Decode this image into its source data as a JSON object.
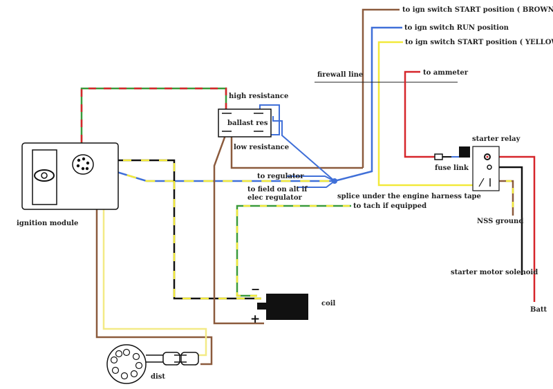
{
  "labels": {
    "ign_start_brown": "to ign switch START position ( BROWN )",
    "ign_run": "to ign switch RUN position",
    "ign_start_yellow": "to ign switch START position ( YELLOW )",
    "firewall": "firewall line",
    "ammeter": "to ammeter",
    "high_resistance": "high resistance",
    "ballast_res": "ballast res",
    "low_resistance": "low resistance",
    "starter_relay": "starter relay",
    "fuse_link": "fuse link",
    "to_regulator": "to regulator",
    "field_line1": "to field on alt if",
    "field_line2": "elec  regulator",
    "splice": "splice under the engine harness tape",
    "tach": "to tach if equipped",
    "ignition_module": "ignition module",
    "nss_ground": "NSS ground",
    "starter_solenoid": "starter motor solenoid",
    "coil": "coil",
    "coil_minus": "−",
    "coil_plus": "+",
    "dist": "dist",
    "batt": "Batt"
  },
  "colors": {
    "brown": "#8b5a3c",
    "blue": "#3f6fd8",
    "yellow": "#f2e93a",
    "red": "#d6252a",
    "green": "#3a9a3a",
    "black": "#111111",
    "pale_yellow": "#f3ea86"
  }
}
